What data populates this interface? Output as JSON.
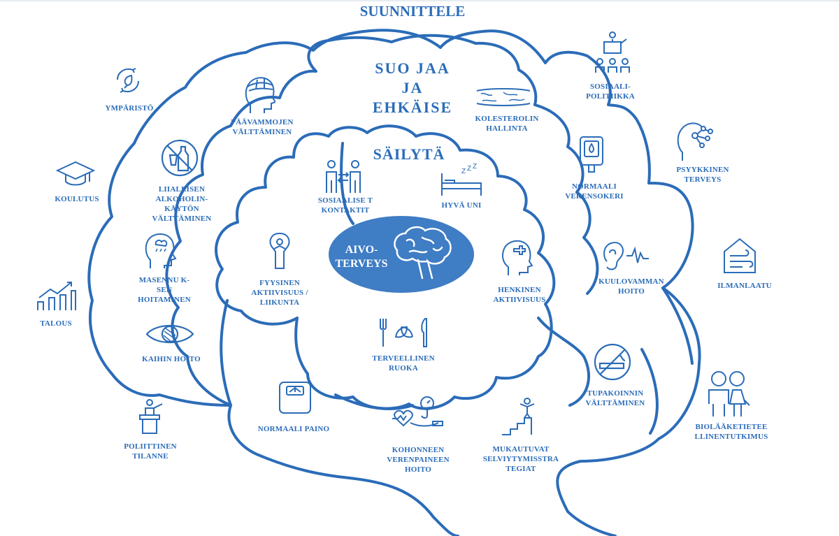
{
  "colors": {
    "primary": "#2b6cb8",
    "center_fill": "#3f7dc4",
    "background": "#ffffff"
  },
  "headings": {
    "outer": "SUUNNITTELE",
    "middle": "SUO JAA\nJA\nEHKÄISE",
    "inner": "SÄILYTÄ"
  },
  "center": {
    "label": "AIVO-\nTERVEYS",
    "icon": "brain-icon"
  },
  "inner_items": [
    {
      "label": "SOSIAALISE T\nKONTAKTIT",
      "icon": "people-exchange-icon"
    },
    {
      "label": "HYVÄ UNI",
      "icon": "bed-sleep-icon"
    },
    {
      "label": "FYYSINEN\nAKTIIVISUUS /\nLIIKUNTA",
      "icon": "exercise-person-icon"
    },
    {
      "label": "HENKINEN\nAKTIIVISUUS",
      "icon": "head-medical-icon"
    },
    {
      "label": "TERVEELLINEN\nRUOKA",
      "icon": "fork-leaf-knife-icon"
    }
  ],
  "middle_items": [
    {
      "label": "PÄÄVAMMOJEN\nVÄLTTÄMINEN",
      "icon": "bandaged-head-icon"
    },
    {
      "label": "KOLESTEROLIN\nHALLINTA",
      "icon": "artery-icon"
    },
    {
      "label": "LIIALLISEN\nALKOHOLIN-\nKÄYTÖN\nVÄLTTÄMINEN",
      "icon": "no-alcohol-icon"
    },
    {
      "label": "NORMAALI\nVERENSOKERI",
      "icon": "glucose-meter-icon"
    },
    {
      "label": "MASENNU K-\nSEN\nHOITAMINEN",
      "icon": "rain-head-icon"
    },
    {
      "label": "KUULOVAMMAN\nHOITO",
      "icon": "ear-sound-icon"
    },
    {
      "label": "KAIHIN HOITO",
      "icon": "eye-icon"
    },
    {
      "label": "TUPAKOINNIN\nVÄLTTÄMINEN",
      "icon": "no-smoking-icon"
    },
    {
      "label": "NORMAALI PAINO",
      "icon": "scale-icon"
    },
    {
      "label": "KOHONNEEN\nVERENPAINEEN\nHOITO",
      "icon": "blood-pressure-icon"
    },
    {
      "label": "MUKAUTUVAT\nSELVIYTYMISSTRA\nTEGIAT",
      "icon": "stairs-person-icon"
    }
  ],
  "outer_items": [
    {
      "label": "YMPÄRISTÖ",
      "icon": "recycle-leaf-icon"
    },
    {
      "label": "SOSIAALI-\nPOLITIIKKA",
      "icon": "speaker-audience-icon"
    },
    {
      "label": "KOULUTUS",
      "icon": "graduation-cap-icon"
    },
    {
      "label": "PSYYKKINEN\nTERVEYS",
      "icon": "head-network-icon"
    },
    {
      "label": "ILMANLAATU",
      "icon": "house-air-icon"
    },
    {
      "label": "TALOUS",
      "icon": "growth-chart-icon"
    },
    {
      "label": "POLIITTINEN\nTILANNE",
      "icon": "podium-speaker-icon"
    },
    {
      "label": "BIOLÄÄKETIETEE\nLLINENTUTKIMUS",
      "icon": "researchers-icon"
    }
  ]
}
